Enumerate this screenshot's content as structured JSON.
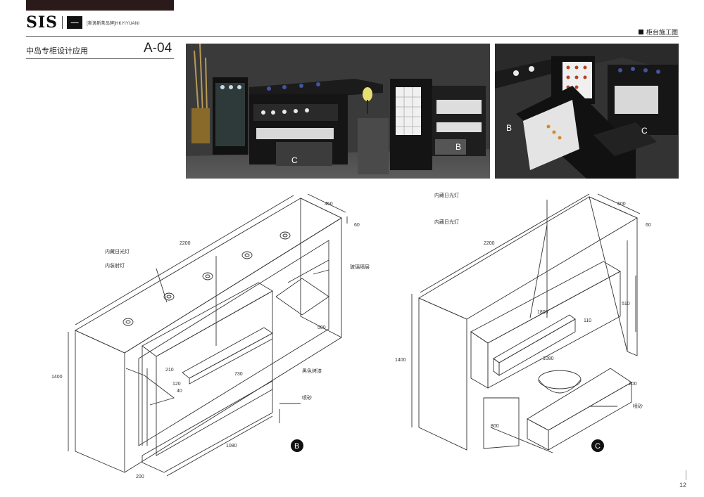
{
  "header": {
    "brand_sis": "SIS",
    "brand_logo_char": "一",
    "brand_sub": "[斯逸斯茶品牌]HKYIYUANI",
    "section_tag": "柜台施工图"
  },
  "page": {
    "subtitle": "中岛专柜设计应用",
    "code": "A-04",
    "number": "12"
  },
  "renders": {
    "left_labels": [
      "C",
      "B"
    ],
    "right_labels": [
      "B",
      "C"
    ]
  },
  "drawing_b": {
    "marker": "B",
    "dims": {
      "depth": "450",
      "top_thickness": "60",
      "width": "2200",
      "height": "1400",
      "inner_depth": "500",
      "shelf_width": "730",
      "h210": "210",
      "h120": "120",
      "h40": "40",
      "base_width": "1080",
      "base_depth": "200"
    },
    "notes": {
      "hidden_lamp": "内藏日光灯",
      "spot_lamp": "内装射灯",
      "glass_shelf": "玻璃隔层",
      "black_paint": "黑色烤漆",
      "matte_sand": "喷砂"
    }
  },
  "drawing_c": {
    "marker": "C",
    "dims": {
      "depth": "600",
      "top_thickness": "60",
      "width": "2200",
      "height": "1400",
      "inner_width": "1800",
      "h510": "510",
      "h110": "110",
      "shelf_width": "1080",
      "base_height": "200",
      "base_width": "800"
    },
    "notes": {
      "hidden_lamp_1": "内藏日光灯",
      "hidden_lamp_2": "内藏日光灯",
      "matte_sand": "喷砂"
    }
  },
  "colors": {
    "render_bg": "#3c3c3c",
    "cabinet": "#1a1a1a",
    "line": "#333333",
    "marker_fill": "#111111"
  }
}
